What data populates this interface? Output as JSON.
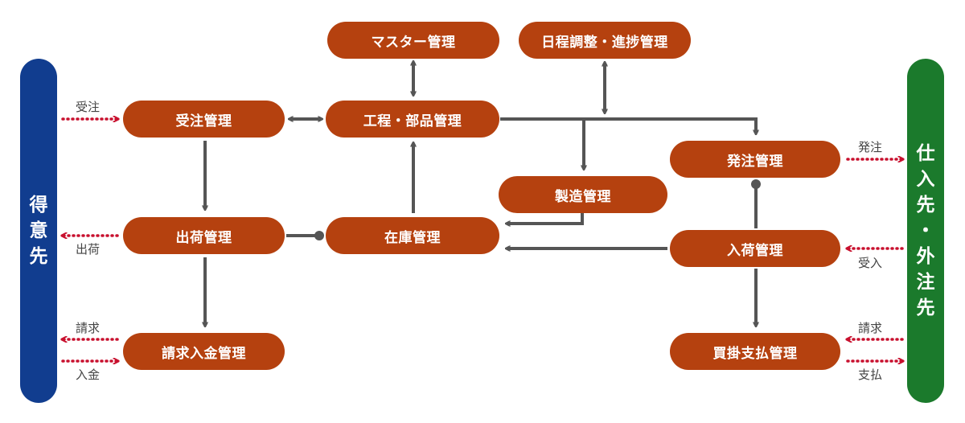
{
  "customer": {
    "label": "得意先",
    "chars": [
      "得",
      "意",
      "先"
    ]
  },
  "supplier": {
    "label": "仕入先・外注先",
    "chars": [
      "仕",
      "入",
      "先",
      "・",
      "外",
      "注",
      "先"
    ]
  },
  "nodes": {
    "order_mgmt": "受注管理",
    "master_mgmt": "マスター管理",
    "process_parts_mgmt": "工程・部品管理",
    "schedule_mgmt": "日程調整・進捗管理",
    "purchase_order_mgmt": "発注管理",
    "manufacturing_mgmt": "製造管理",
    "shipping_mgmt": "出荷管理",
    "inventory_mgmt": "在庫管理",
    "receiving_mgmt": "入荷管理",
    "billing_payment_mgmt": "請求入金管理",
    "payables_mgmt": "買掛支払管理"
  },
  "flow_labels": {
    "order_in": "受注",
    "shipment_out": "出荷",
    "invoice_out": "請求",
    "payment_in": "入金",
    "purchase_out": "発注",
    "receipt_in": "受入",
    "invoice_in": "請求",
    "payment_out": "支払"
  },
  "colors": {
    "node_fill": "#b5410f",
    "customer_bar": "#113d8f",
    "supplier_bar": "#1b7a2c",
    "connector": "#555555",
    "external_flow": "#c8102e"
  }
}
